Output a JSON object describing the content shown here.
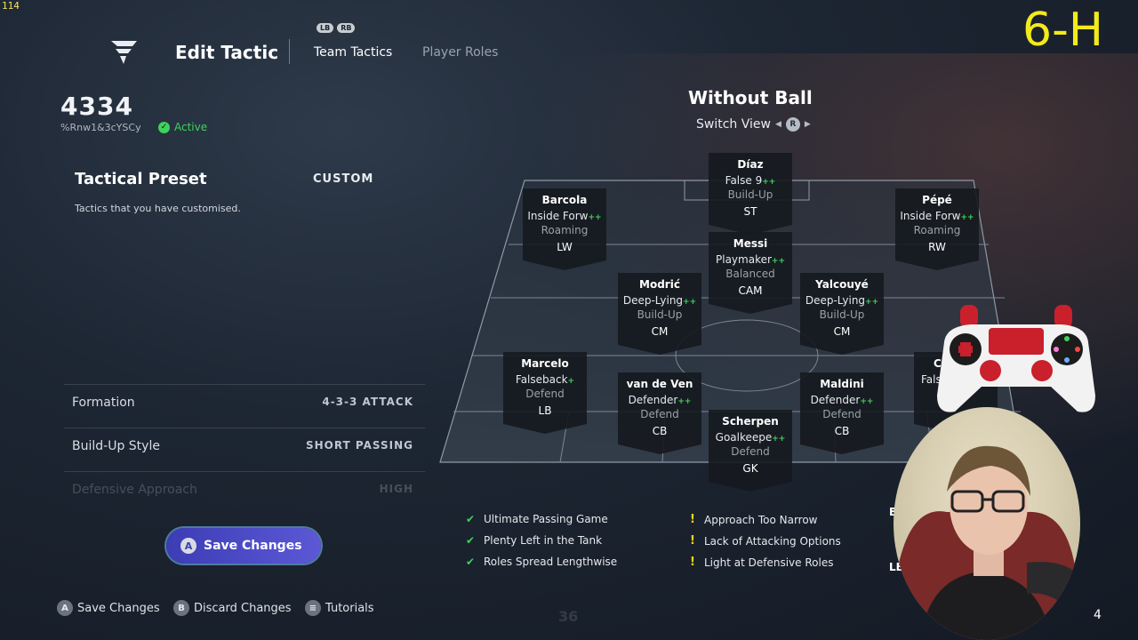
{
  "overlay": {
    "fps": "114",
    "stream_label": "6-H",
    "count": "4",
    "ghost_number": "36"
  },
  "header": {
    "title": "Edit Tactic",
    "shoulder_left": "LB",
    "shoulder_right": "RB",
    "tabs": [
      {
        "label": "Team Tactics",
        "active": true
      },
      {
        "label": "Player Roles",
        "active": false
      }
    ]
  },
  "tactic": {
    "name": "4334",
    "code": "%Rnw1&3cYSCy",
    "status": "Active"
  },
  "preset": {
    "title": "Tactical Preset",
    "value": "CUSTOM",
    "description": "Tactics that you have customised."
  },
  "settings": [
    {
      "label": "Formation",
      "value": "4-3-3 ATTACK"
    },
    {
      "label": "Build-Up Style",
      "value": "SHORT PASSING"
    },
    {
      "label": "Defensive Approach",
      "value": "HIGH"
    }
  ],
  "save_button": {
    "glyph": "A",
    "label": "Save Changes"
  },
  "footer": [
    {
      "glyph": "A",
      "label": "Save Changes"
    },
    {
      "glyph": "B",
      "label": "Discard Changes"
    },
    {
      "glyph": "≡",
      "label": "Tutorials"
    }
  ],
  "view": {
    "title": "Without Ball",
    "switch_label": "Switch View",
    "stick": "R"
  },
  "players": [
    {
      "name": "Díaz",
      "role": "False 9",
      "plus": "++",
      "focus": "Build-Up",
      "pos": "ST"
    },
    {
      "name": "Barcola",
      "role": "Inside Forw",
      "plus": "++",
      "focus": "Roaming",
      "pos": "LW"
    },
    {
      "name": "Pépé",
      "role": "Inside Forw",
      "plus": "++",
      "focus": "Roaming",
      "pos": "RW"
    },
    {
      "name": "Messi",
      "role": "Playmaker",
      "plus": "++",
      "focus": "Balanced",
      "pos": "CAM"
    },
    {
      "name": "Modrić",
      "role": "Deep-Lying",
      "plus": "++",
      "focus": "Build-Up",
      "pos": "CM"
    },
    {
      "name": "Yalcouyé",
      "role": "Deep-Lying",
      "plus": "++",
      "focus": "Build-Up",
      "pos": "CM"
    },
    {
      "name": "Marcelo",
      "role": "Falseback",
      "plus": "+",
      "focus": "Defend",
      "pos": "LB"
    },
    {
      "name": "van de Ven",
      "role": "Defender",
      "plus": "++",
      "focus": "Defend",
      "pos": "CB"
    },
    {
      "name": "Maldini",
      "role": "Defender",
      "plus": "++",
      "focus": "Defend",
      "pos": "CB"
    },
    {
      "name": "Scherpen",
      "role": "Goalkeepe",
      "plus": "++",
      "focus": "Defend",
      "pos": "GK"
    },
    {
      "name": "C",
      "role": "Fals",
      "plus": "",
      "focus": "",
      "pos": ""
    }
  ],
  "feedback": {
    "positive": [
      "Ultimate Passing Game",
      "Plenty Left in the Tank",
      "Roles Spread Lengthwise"
    ],
    "warnings": [
      "Approach Too Narrow",
      "Lack of Attacking Options",
      "Light at Defensive Roles"
    ],
    "clipped": [
      "B",
      "LEN"
    ]
  },
  "colors": {
    "positive": "#3dd35c",
    "warning": "#f2d31b",
    "accent": "#5c58d6",
    "overlay_text": "#f3ea1c"
  }
}
